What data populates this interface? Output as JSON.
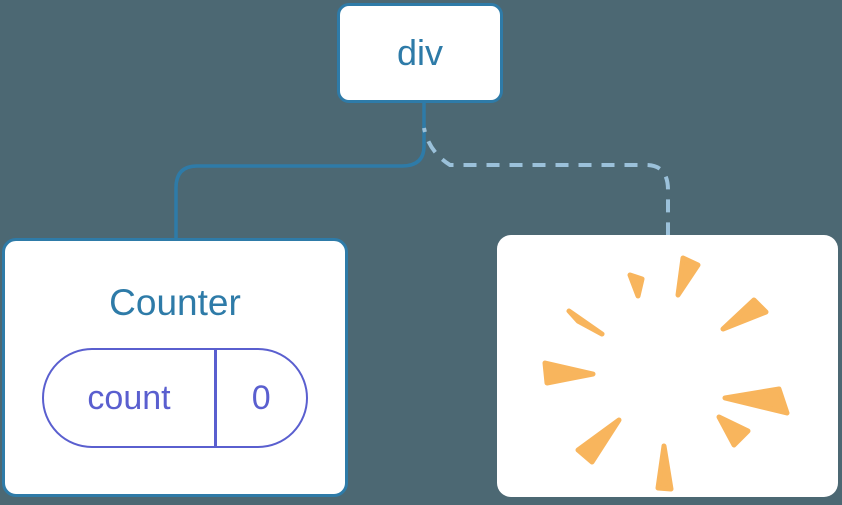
{
  "colors": {
    "background": "#4C6873",
    "card_background": "#FFFFFF",
    "node_border": "#2E7BA8",
    "node_text": "#2E7BA8",
    "solid_line": "#2E7BA8",
    "dashed_line": "#9BC1DA",
    "state_accent": "#5A5FCF",
    "burst": "#F8B55D"
  },
  "tree": {
    "root": {
      "label": "div"
    },
    "counter": {
      "title": "Counter",
      "state": {
        "key": "count",
        "value": "0"
      }
    },
    "removed": {
      "icon": "poof-burst-icon"
    }
  }
}
